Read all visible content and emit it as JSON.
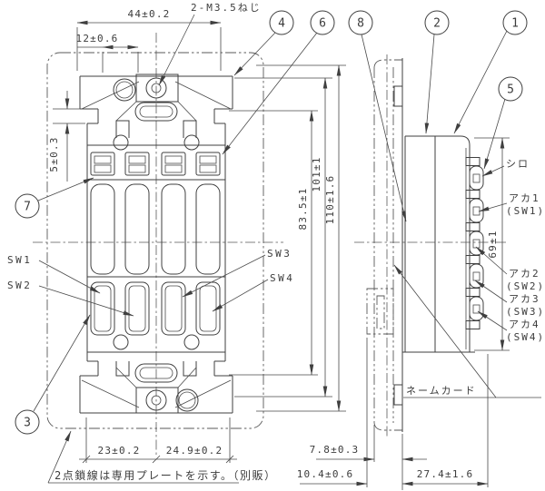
{
  "drawing": {
    "front_view": {
      "dim_width_top": "44±0.2",
      "dim_offset_top": "12±0.6",
      "screw_note": "2-M3.5ねじ",
      "dim_left": "5±0.3",
      "dim_height_inner": "83.5±1",
      "dim_height_mid": "101±1",
      "dim_height_outer": "110±1.6",
      "dim_bottom_left": "23±0.2",
      "dim_bottom_right": "24.9±0.2",
      "switches": [
        "SW1",
        "SW2",
        "SW3",
        "SW4"
      ],
      "note": "2点鎖線は専用プレートを示す。（別販）"
    },
    "side_view": {
      "dim_height": "69±1",
      "dim_depth_plate": "7.8±0.3",
      "dim_depth_card": "10.4±0.6",
      "dim_depth_body": "27.4±1.6",
      "lamp_white": "シロ",
      "lamps": [
        {
          "label": "アカ1",
          "sub": "(SW1)"
        },
        {
          "label": "アカ2",
          "sub": "(SW2)"
        },
        {
          "label": "アカ3",
          "sub": "(SW3)"
        },
        {
          "label": "アカ4",
          "sub": "(SW4)"
        }
      ],
      "name_card": "ネームカード"
    },
    "balloons": {
      "b1": "1",
      "b2": "2",
      "b3": "3",
      "b4": "4",
      "b5": "5",
      "b6": "6",
      "b7": "7",
      "b8": "8"
    },
    "colors": {
      "line": "#3f3f3f",
      "background": "#ffffff"
    }
  }
}
